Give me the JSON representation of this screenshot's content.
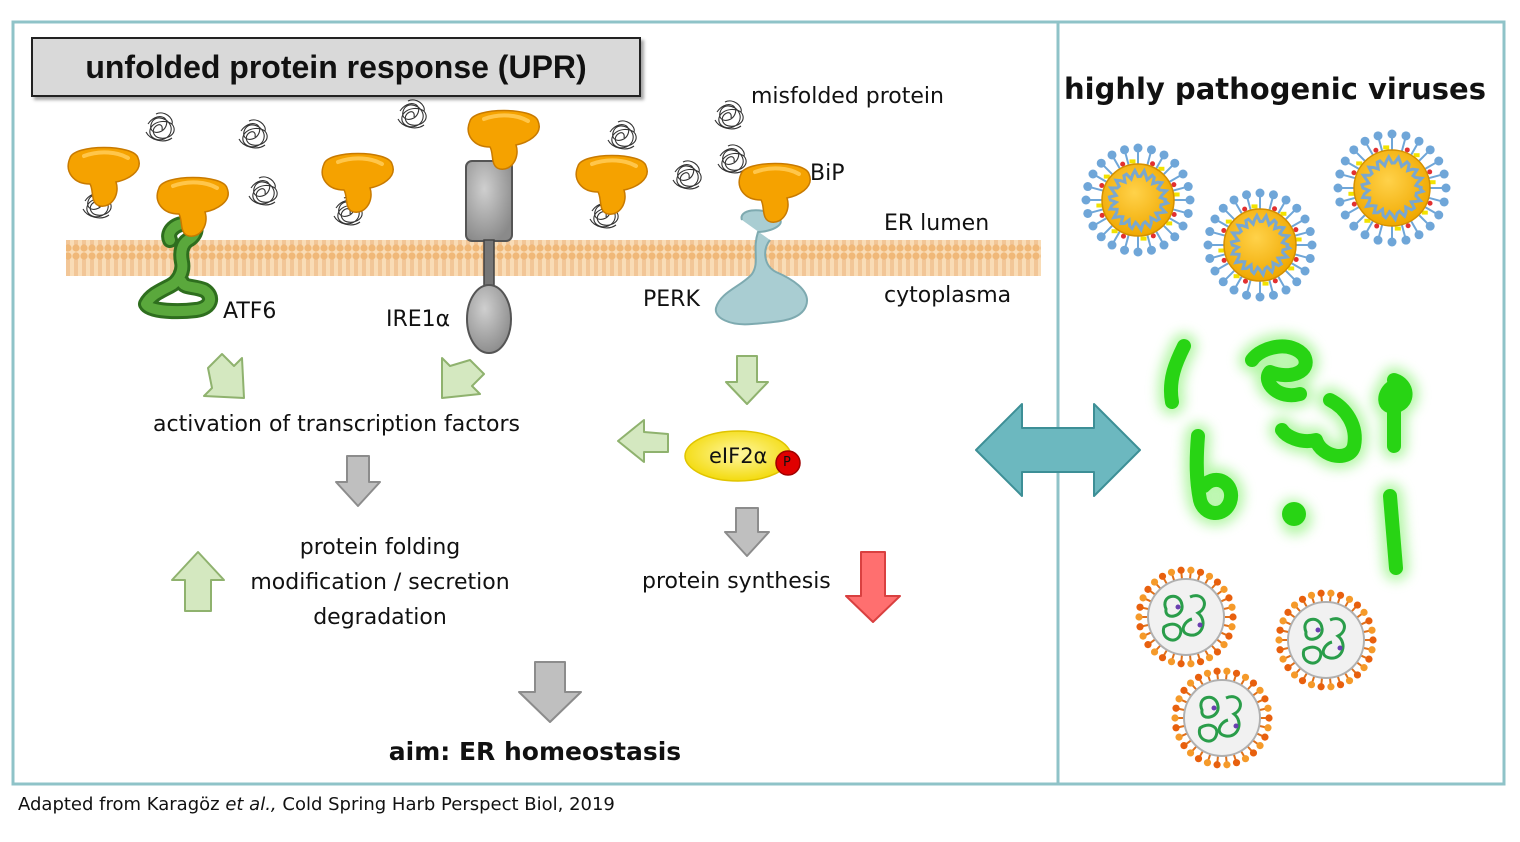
{
  "title": "unfolded protein response (UPR)",
  "right_title": "highly pathogenic viruses",
  "labels": {
    "misfolded_protein": "misfolded protein",
    "bip": "BiP",
    "er_lumen": "ER lumen",
    "cytoplasma": "cytoplasma",
    "atf6": "ATF6",
    "ire1a": "IRE1α",
    "perk": "PERK",
    "eif2a": "eIF2α",
    "phospho": "P",
    "activation": "activation of transcription factors",
    "protein_folding": "protein folding",
    "modification": "modification / secretion",
    "degradation": "degradation",
    "protein_synthesis": "protein synthesis",
    "aim": "aim: ER homeostasis"
  },
  "caption": {
    "prefix": "Adapted from Karagöz ",
    "italic": "et al.,",
    "suffix": " Cold Spring Harb Perspect Biol, 2019"
  },
  "colors": {
    "frame": "#8fc3c8",
    "membrane": "#f5c48a",
    "chaperone": "#f5a200",
    "atf6": "#3e8a2a",
    "ire1": "#9a9a9a",
    "perk": "#a9cdd2",
    "eif2a": "#f5e23a",
    "phospho": "#e00000",
    "arrow_green": "#d4e8c0",
    "arrow_gray": "#bfbfbf",
    "arrow_red": "#ff6f6f",
    "double_arrow": "#6cb8bf",
    "virus_core": "#f9b800",
    "virus_filament": "#33dd1f"
  }
}
